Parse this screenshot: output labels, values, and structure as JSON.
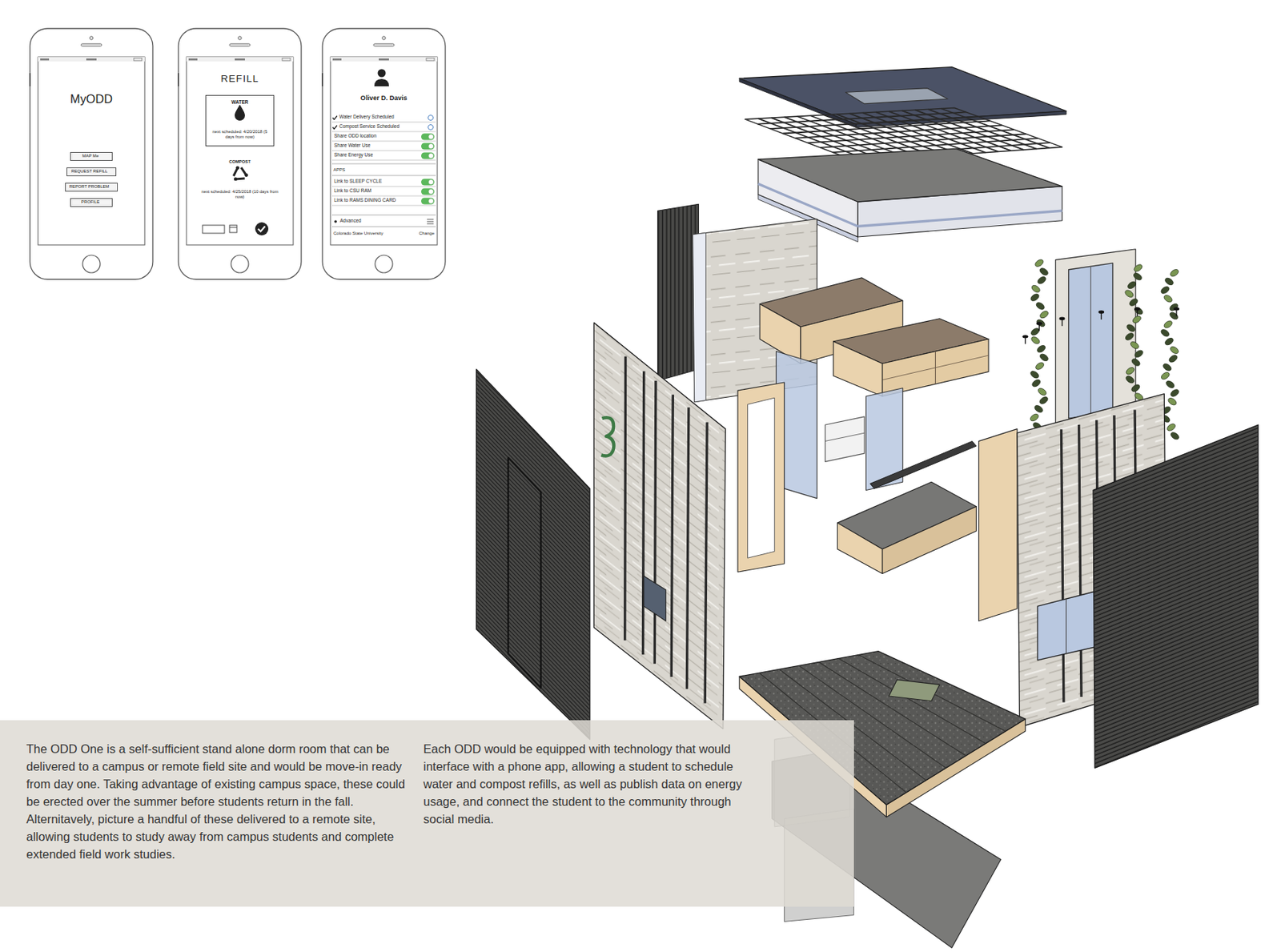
{
  "diagram": {
    "nodes": [
      {
        "text": [
          "MyODD"
        ]
      },
      {
        "text": [
          "MAP Me"
        ],
        "in": 0
      },
      {
        "text": [
          "REQUEST REFILL"
        ],
        "in": 0
      },
      {
        "text": [
          "REPORT PROBLEM"
        ],
        "in": 0
      },
      {
        "text": [
          "PROFILE"
        ],
        "in": 0
      },
      {
        "text": [
          "REFILL",
          "COMPOST",
          "next scheduled: 4/25/2018 (10 days from now)"
        ]
      },
      {
        "text": [
          "WATER",
          "next scheduled: 4/20/2018 (5 days from now)"
        ],
        "in": 5
      },
      {
        "text": [
          "Oliver D. Davis",
          "Water Delivery Scheduled",
          "Compost Service Scheduled",
          "Share ODD location",
          "Share Water Use",
          "Share Energy Use",
          "APPS",
          "Link to SLEEP CYCLE",
          "Link to CSU RAM",
          "Link to RAMS DINING CARD",
          "Advanced",
          "Colorado State University",
          "Change"
        ]
      },
      {
        "text": [
          "The ODD One is a self-sufficient stand alone dorm room that can be delivered to a campus or remote field site and would be move-in ready from day one. Taking advantage of existing campus space, these could be erected over the summer before students return in the fall. Alternitavely, picture a handful of these delivered to a remote site, allowing students to study away from campus students and complete extended field work studies.",
          "Each ODD would be equipped with technology that would interface with a phone app, allowing a student to schedule water and compost refills, as well as publish data on energy usage, and connect the student to the community through social media."
        ]
      }
    ]
  }
}
